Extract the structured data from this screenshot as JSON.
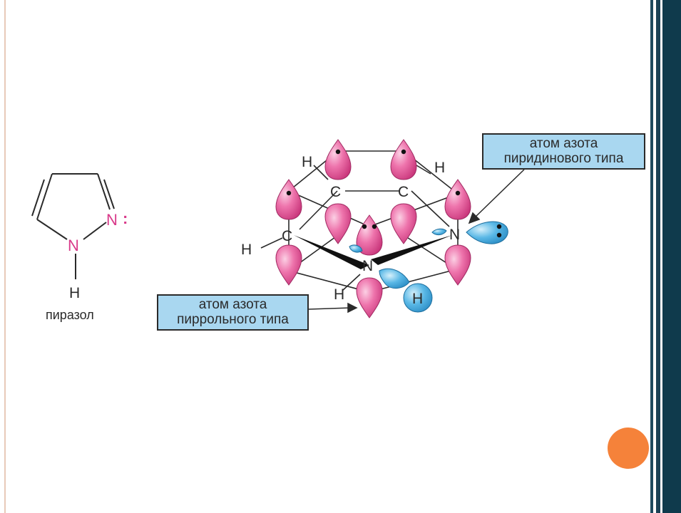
{
  "structure": {
    "atom_n1": "N",
    "atom_n2": "N",
    "atom_n2_lone_pair": ":",
    "atom_h": "H",
    "caption": "пиразол"
  },
  "orbital_diagram": {
    "atoms": {
      "c_top_left": "C",
      "c_top_right": "C",
      "c_left": "C",
      "n_pyridine": "N",
      "n_pyrrole": "N",
      "h_top_left": "H",
      "h_top_right": "H",
      "h_left": "H",
      "h_bottom": "H",
      "h_on_n": "H"
    }
  },
  "callouts": {
    "pyridine": {
      "line1": "атом азота",
      "line2": "пиридинового типа"
    },
    "pyrrole": {
      "line1": "атом азота",
      "line2": "пиррольного типа"
    }
  },
  "colors": {
    "p_orbital": "#e85a9b",
    "sp2_orbital": "#3fa9de",
    "callout_fill": "#a9d7f0",
    "accent_dot": "#f5823a",
    "frame_dark": "#0f3a4c"
  }
}
